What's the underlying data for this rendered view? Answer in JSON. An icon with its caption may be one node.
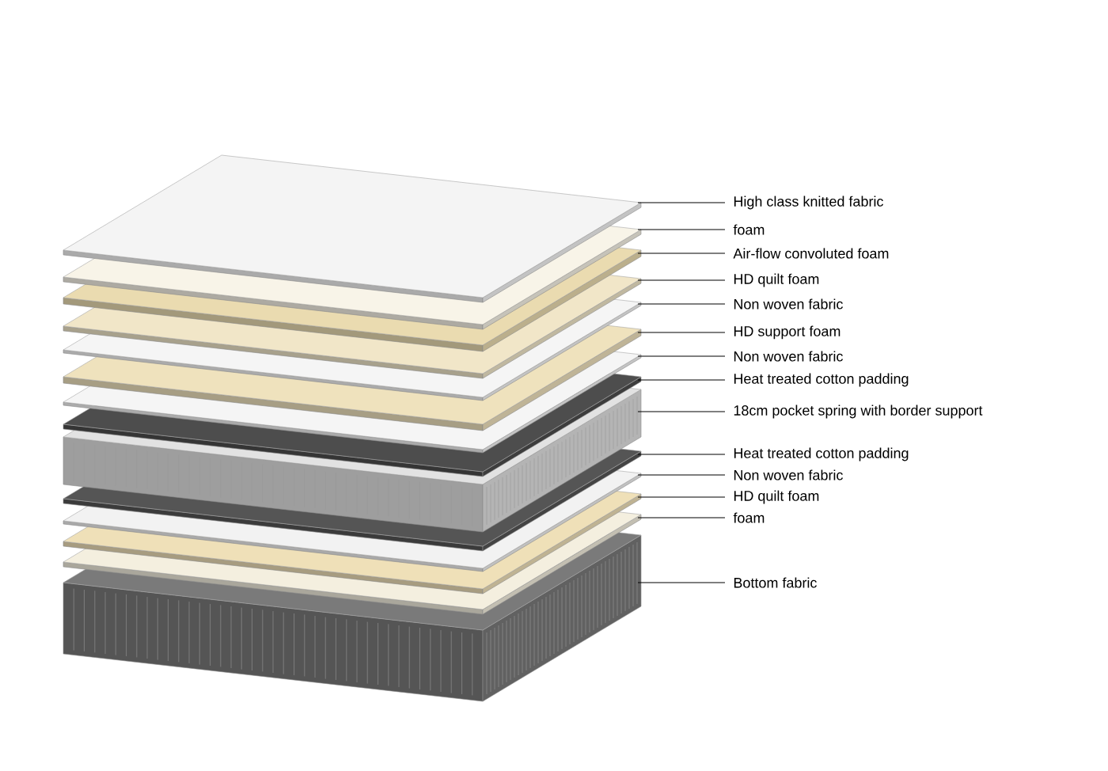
{
  "diagram": {
    "nodes": [
      {
        "text": [
          "High class knitted fabric"
        ]
      },
      {
        "text": [
          "foam"
        ]
      },
      {
        "text": [
          "Air-flow convoluted foam"
        ]
      },
      {
        "text": [
          "HD quilt foam"
        ]
      },
      {
        "text": [
          "Non woven fabric"
        ]
      },
      {
        "text": [
          "HD support foam"
        ]
      },
      {
        "text": [
          "Non woven fabric"
        ]
      },
      {
        "text": [
          "Heat treated cotton padding"
        ]
      },
      {
        "text": [
          "18cm pocket spring with border support"
        ]
      },
      {
        "text": [
          "Heat treated cotton padding"
        ]
      },
      {
        "text": [
          "Non woven fabric"
        ]
      },
      {
        "text": [
          "HD quilt foam"
        ]
      },
      {
        "text": [
          "foam"
        ]
      },
      {
        "text": [
          "Bottom fabric"
        ]
      }
    ],
    "edges": [
      {
        "from": 0,
        "to": null,
        "arrow": "none"
      },
      {
        "from": 1,
        "to": null,
        "arrow": "none"
      },
      {
        "from": 2,
        "to": null,
        "arrow": "none"
      },
      {
        "from": 3,
        "to": null,
        "arrow": "none"
      },
      {
        "from": 4,
        "to": null,
        "arrow": "none"
      },
      {
        "from": 5,
        "to": null,
        "arrow": "none"
      },
      {
        "from": 6,
        "to": null,
        "arrow": "none"
      },
      {
        "from": 7,
        "to": null,
        "arrow": "none"
      },
      {
        "from": 8,
        "to": null,
        "arrow": "none"
      },
      {
        "from": 9,
        "to": null,
        "arrow": "none"
      },
      {
        "from": 10,
        "to": null,
        "arrow": "none"
      },
      {
        "from": 11,
        "to": null,
        "arrow": "none"
      },
      {
        "from": 12,
        "to": null,
        "arrow": "none"
      },
      {
        "from": 13,
        "to": null,
        "arrow": "none"
      }
    ]
  }
}
